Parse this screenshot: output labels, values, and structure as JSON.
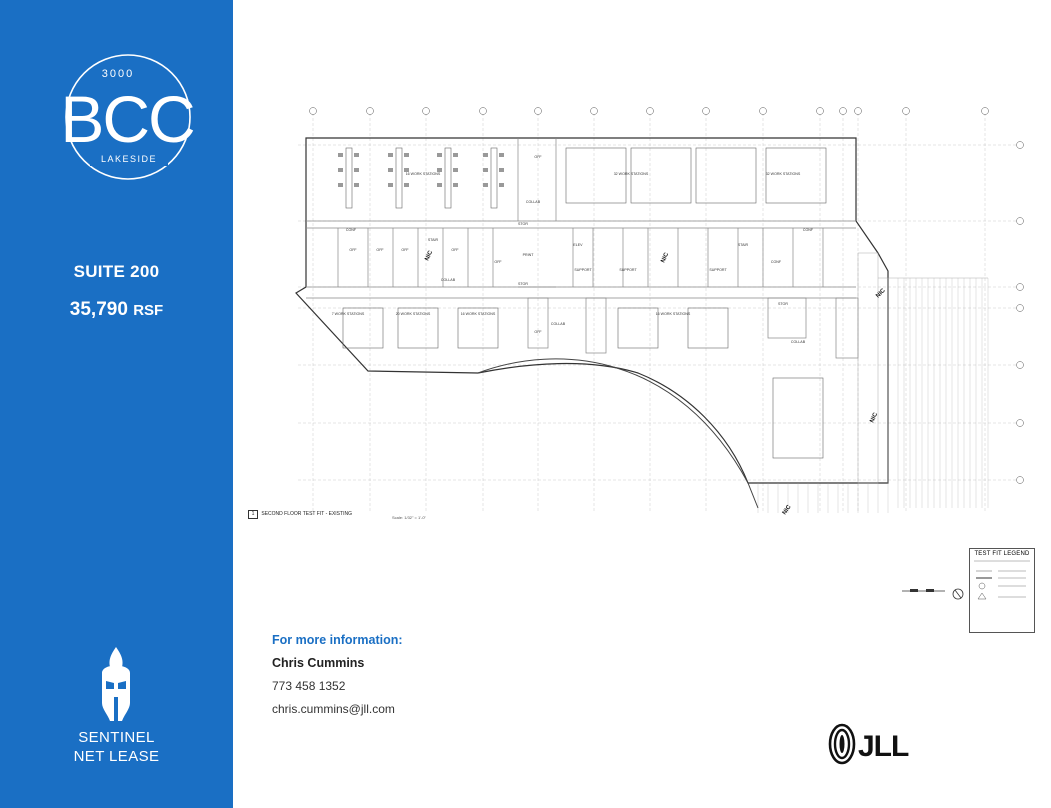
{
  "brand": {
    "logo_number": "3000",
    "logo_letters": "BCC",
    "logo_sub": "LAKESIDE",
    "sidebar_color": "#1a6fc4"
  },
  "suite": {
    "label": "SUITE 200",
    "area_value": "35,790",
    "area_unit": "RSF"
  },
  "floorplan": {
    "title_number": "1",
    "title": "SECOND FLOOR TEST FIT - EXISTING",
    "scale_note": "Scale: 1/32\" = 1'-0\"",
    "legend_title": "TEST FIT LEGEND",
    "labels": {
      "nic": "NIC",
      "ws_top_left": "16 WORK STATIONS",
      "ws_top_mid": "32 WORK STATIONS",
      "ws_top_right": "32 WORK STATIONS",
      "ws_low_1": "7 WORK STATIONS",
      "ws_low_2": "20 WORK STATIONS",
      "ws_low_3": "16 WORK STATIONS",
      "ws_low_4": "16 WORK STATIONS",
      "conf": "CONF",
      "off": "OFF",
      "collab": "COLLAB",
      "print": "PRINT",
      "stor": "STOR",
      "support": "SUPPORT",
      "elev": "ELEV",
      "stair": "STAIR"
    }
  },
  "contact": {
    "heading": "For more information:",
    "name": "Chris Cummins",
    "phone": "773 458 1352",
    "email": "chris.cummins@jll.com"
  },
  "sentinel": {
    "line1": "SENTINEL",
    "line2": "NET LEASE"
  },
  "jll": {
    "text": "JLL"
  }
}
